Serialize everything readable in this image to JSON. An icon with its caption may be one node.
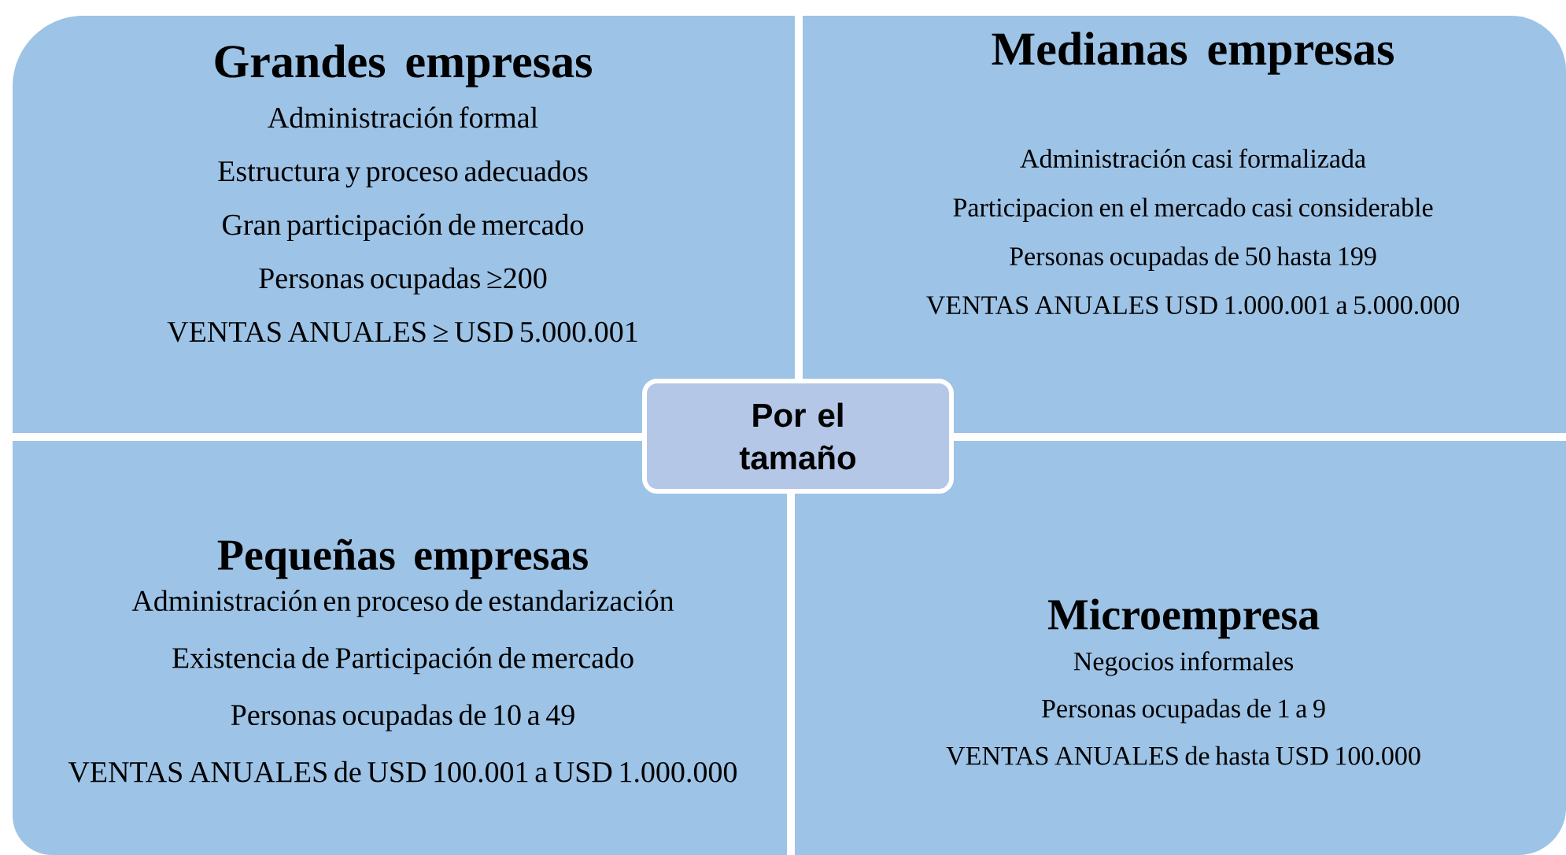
{
  "diagram": {
    "nodes": [
      {
        "text": [
          "Grandes empresas",
          "Administración formal",
          "Estructura y proceso adecuados",
          "Gran participación de mercado",
          "Personas ocupadas ≥200",
          "VENTAS ANUALES ≥ USD 5.000.001"
        ]
      },
      {
        "text": [
          "Medianas empresas",
          "Administración casi formalizada",
          "Participacion en el mercado casi considerable",
          "Personas ocupadas de 50 hasta 199",
          "VENTAS ANUALES USD 1.000.001 a 5.000.000"
        ]
      },
      {
        "text": [
          "Pequeñas empresas",
          "Administración en proceso de estandarización",
          "Existencia de Participación de mercado",
          "Personas ocupadas de 10 a 49",
          "VENTAS ANUALES de USD 100.001 a USD 1.000.000"
        ]
      },
      {
        "text": [
          "Microempresa",
          "Negocios informales",
          "Personas ocupadas de 1 a 9",
          "VENTAS ANUALES de hasta USD 100.000"
        ]
      },
      {
        "text": [
          "Por el tamaño"
        ]
      }
    ]
  }
}
